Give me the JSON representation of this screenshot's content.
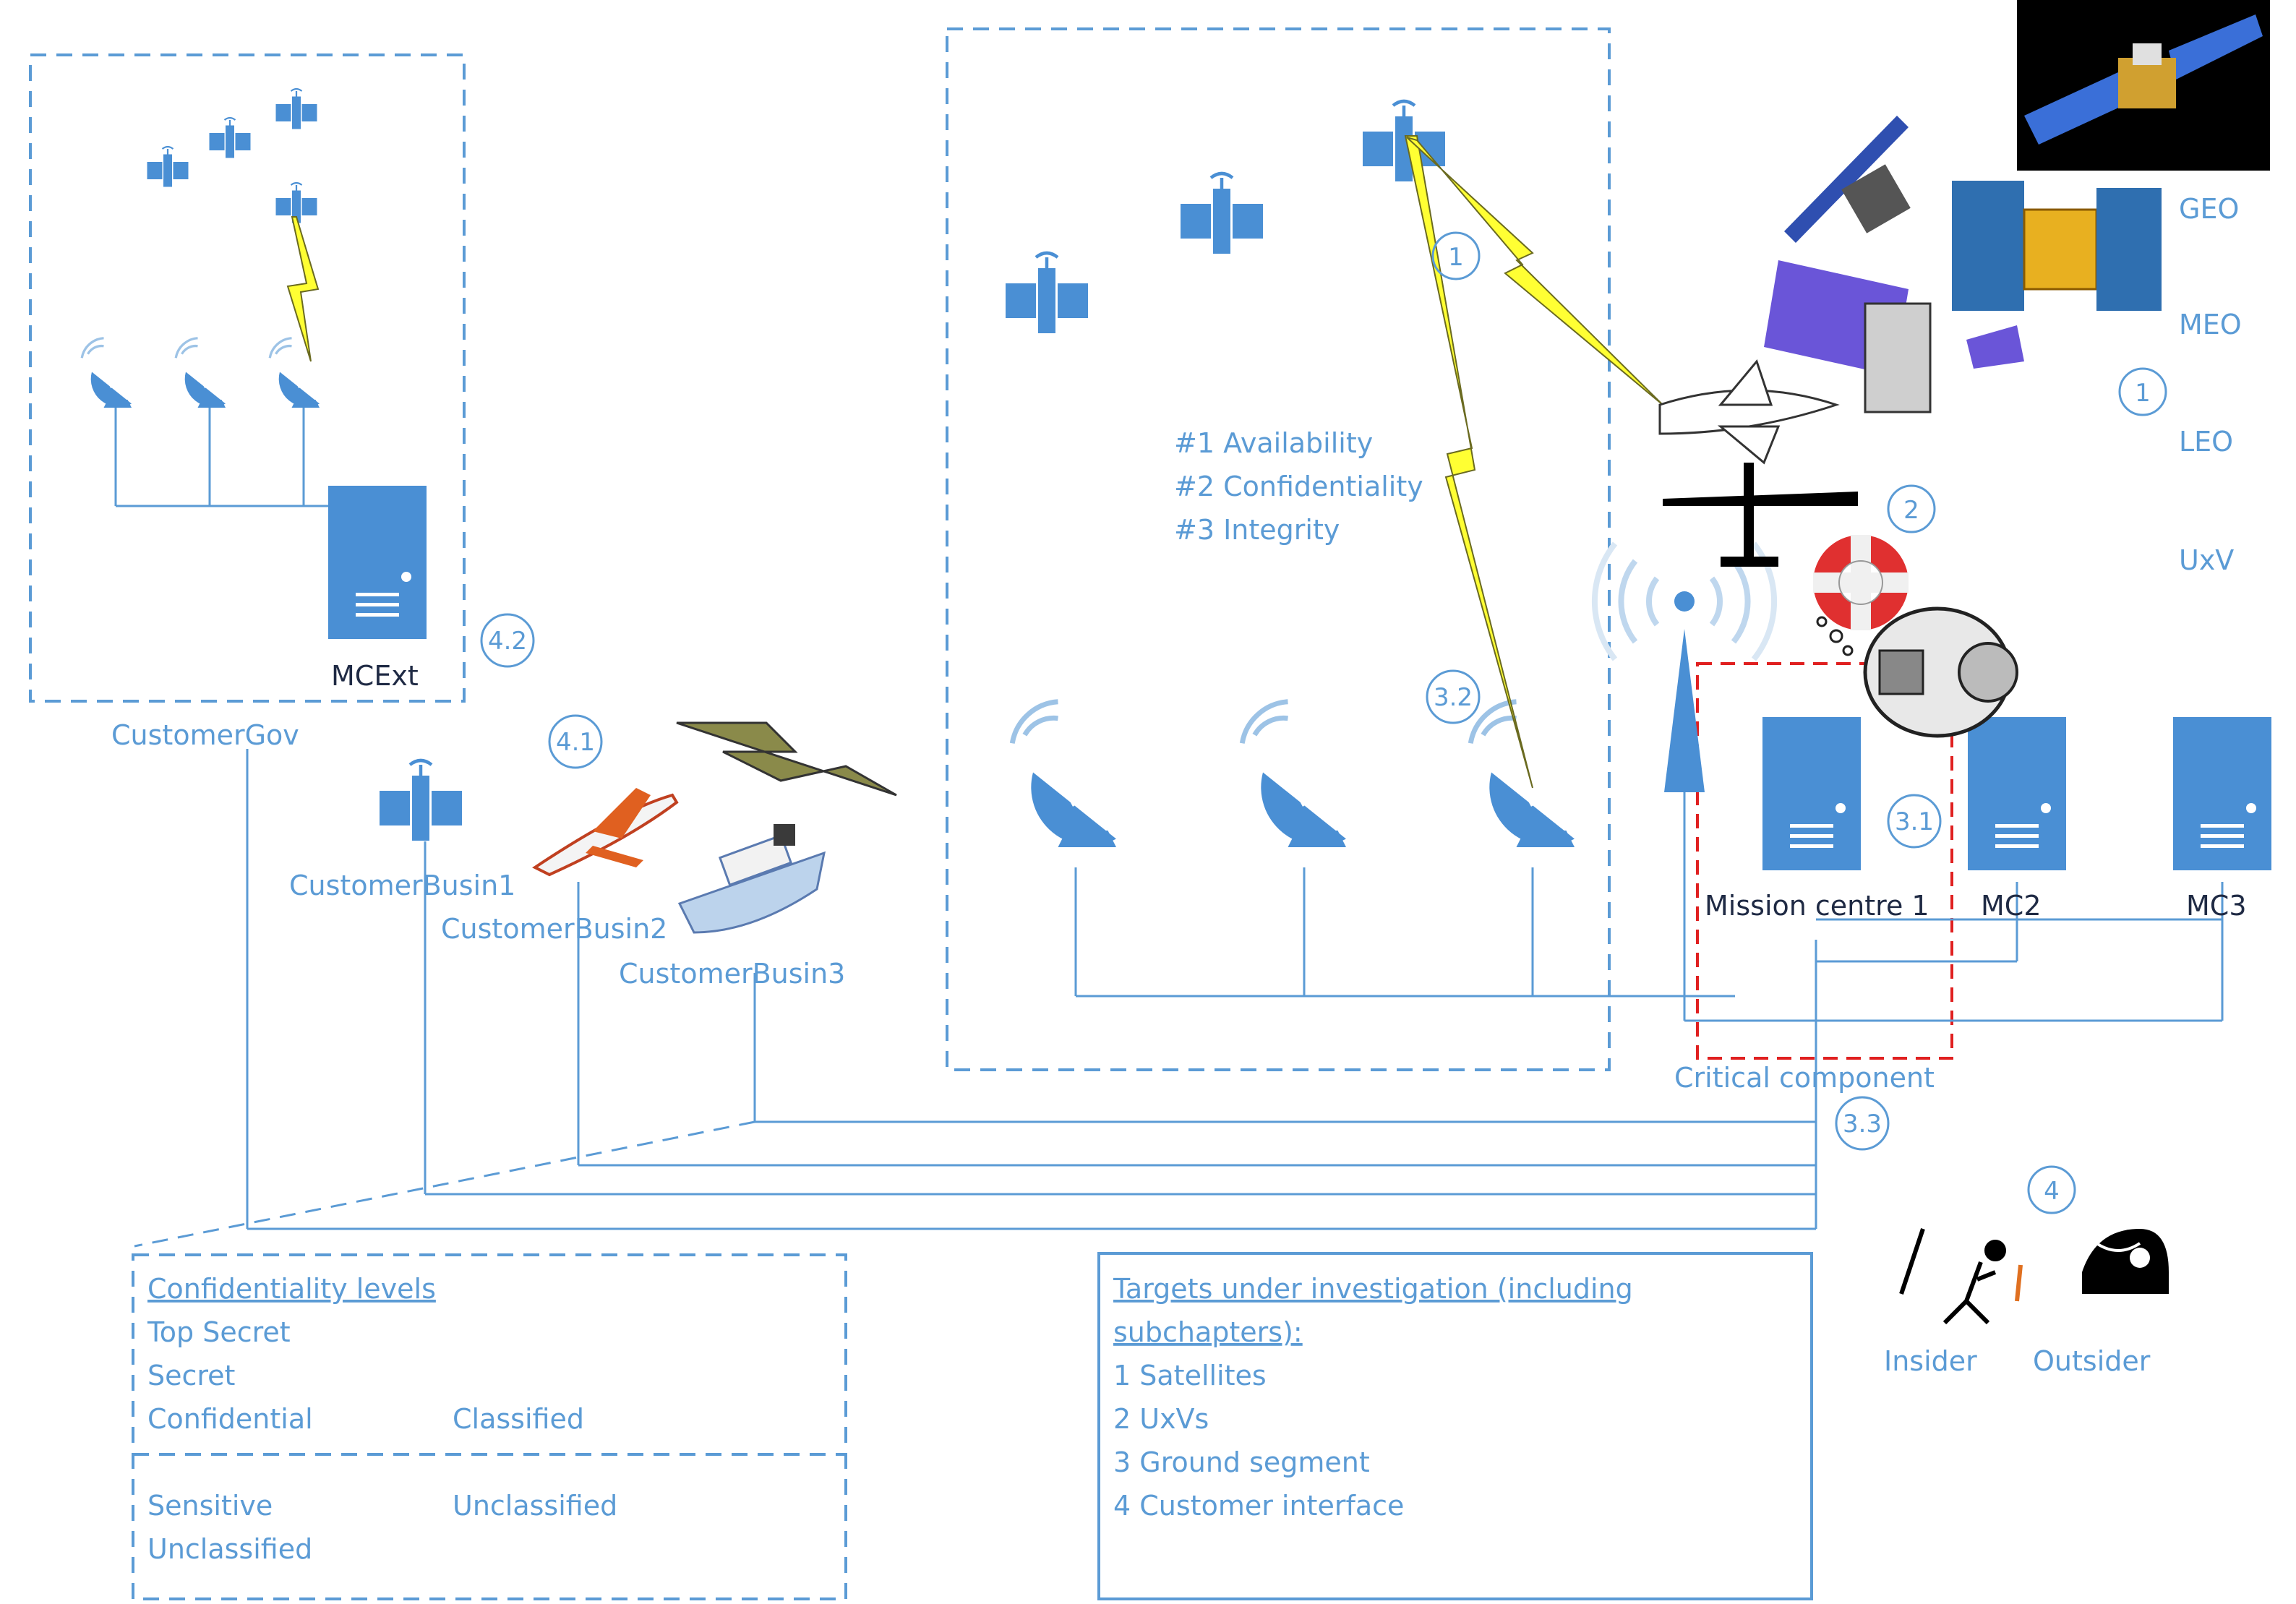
{
  "orbits": [
    "GEO",
    "MEO",
    "LEO",
    "UxV"
  ],
  "security_priorities": [
    "#1 Availability",
    "#2 Confidentiality",
    "#3 Integrity"
  ],
  "markers": {
    "m1_space": "1",
    "m1_orbit": "1",
    "m2": "2",
    "m31": "3.1",
    "m32": "3.2",
    "m33": "3.3",
    "m4": "4",
    "m41": "4.1",
    "m42": "4.2"
  },
  "customers": {
    "gov": "CustomerGov",
    "busin1": "CustomerBusin1",
    "busin2": "CustomerBusin2",
    "busin3": "CustomerBusin3"
  },
  "servers": {
    "mcext": "MCExt",
    "mc1": "Mission centre 1",
    "mc2": "MC2",
    "mc3": "MC3"
  },
  "critical_component": "Critical component",
  "threats": {
    "insider": "Insider",
    "outsider": "Outsider"
  },
  "confidentiality_box": {
    "title": "Confidentiality levels",
    "top_secret": "Top Secret",
    "secret": "Secret",
    "confidential": "Confidential",
    "classified": "Classified",
    "sensitive": "Sensitive",
    "unclassified_left": "Unclassified",
    "unclassified_right": "Unclassified"
  },
  "targets_box": {
    "title_line1": "Targets under investigation (including",
    "title_line2": "subchapters):",
    "items": [
      "1 Satellites",
      "2 UxVs",
      "3 Ground segment",
      "4 Customer interface"
    ]
  },
  "colors": {
    "accent": "#5b9bd5",
    "line": "#5b9bd5",
    "icon": "#4a8fd4",
    "critical_dash": "#e02020",
    "lightning": "#ffff33"
  }
}
